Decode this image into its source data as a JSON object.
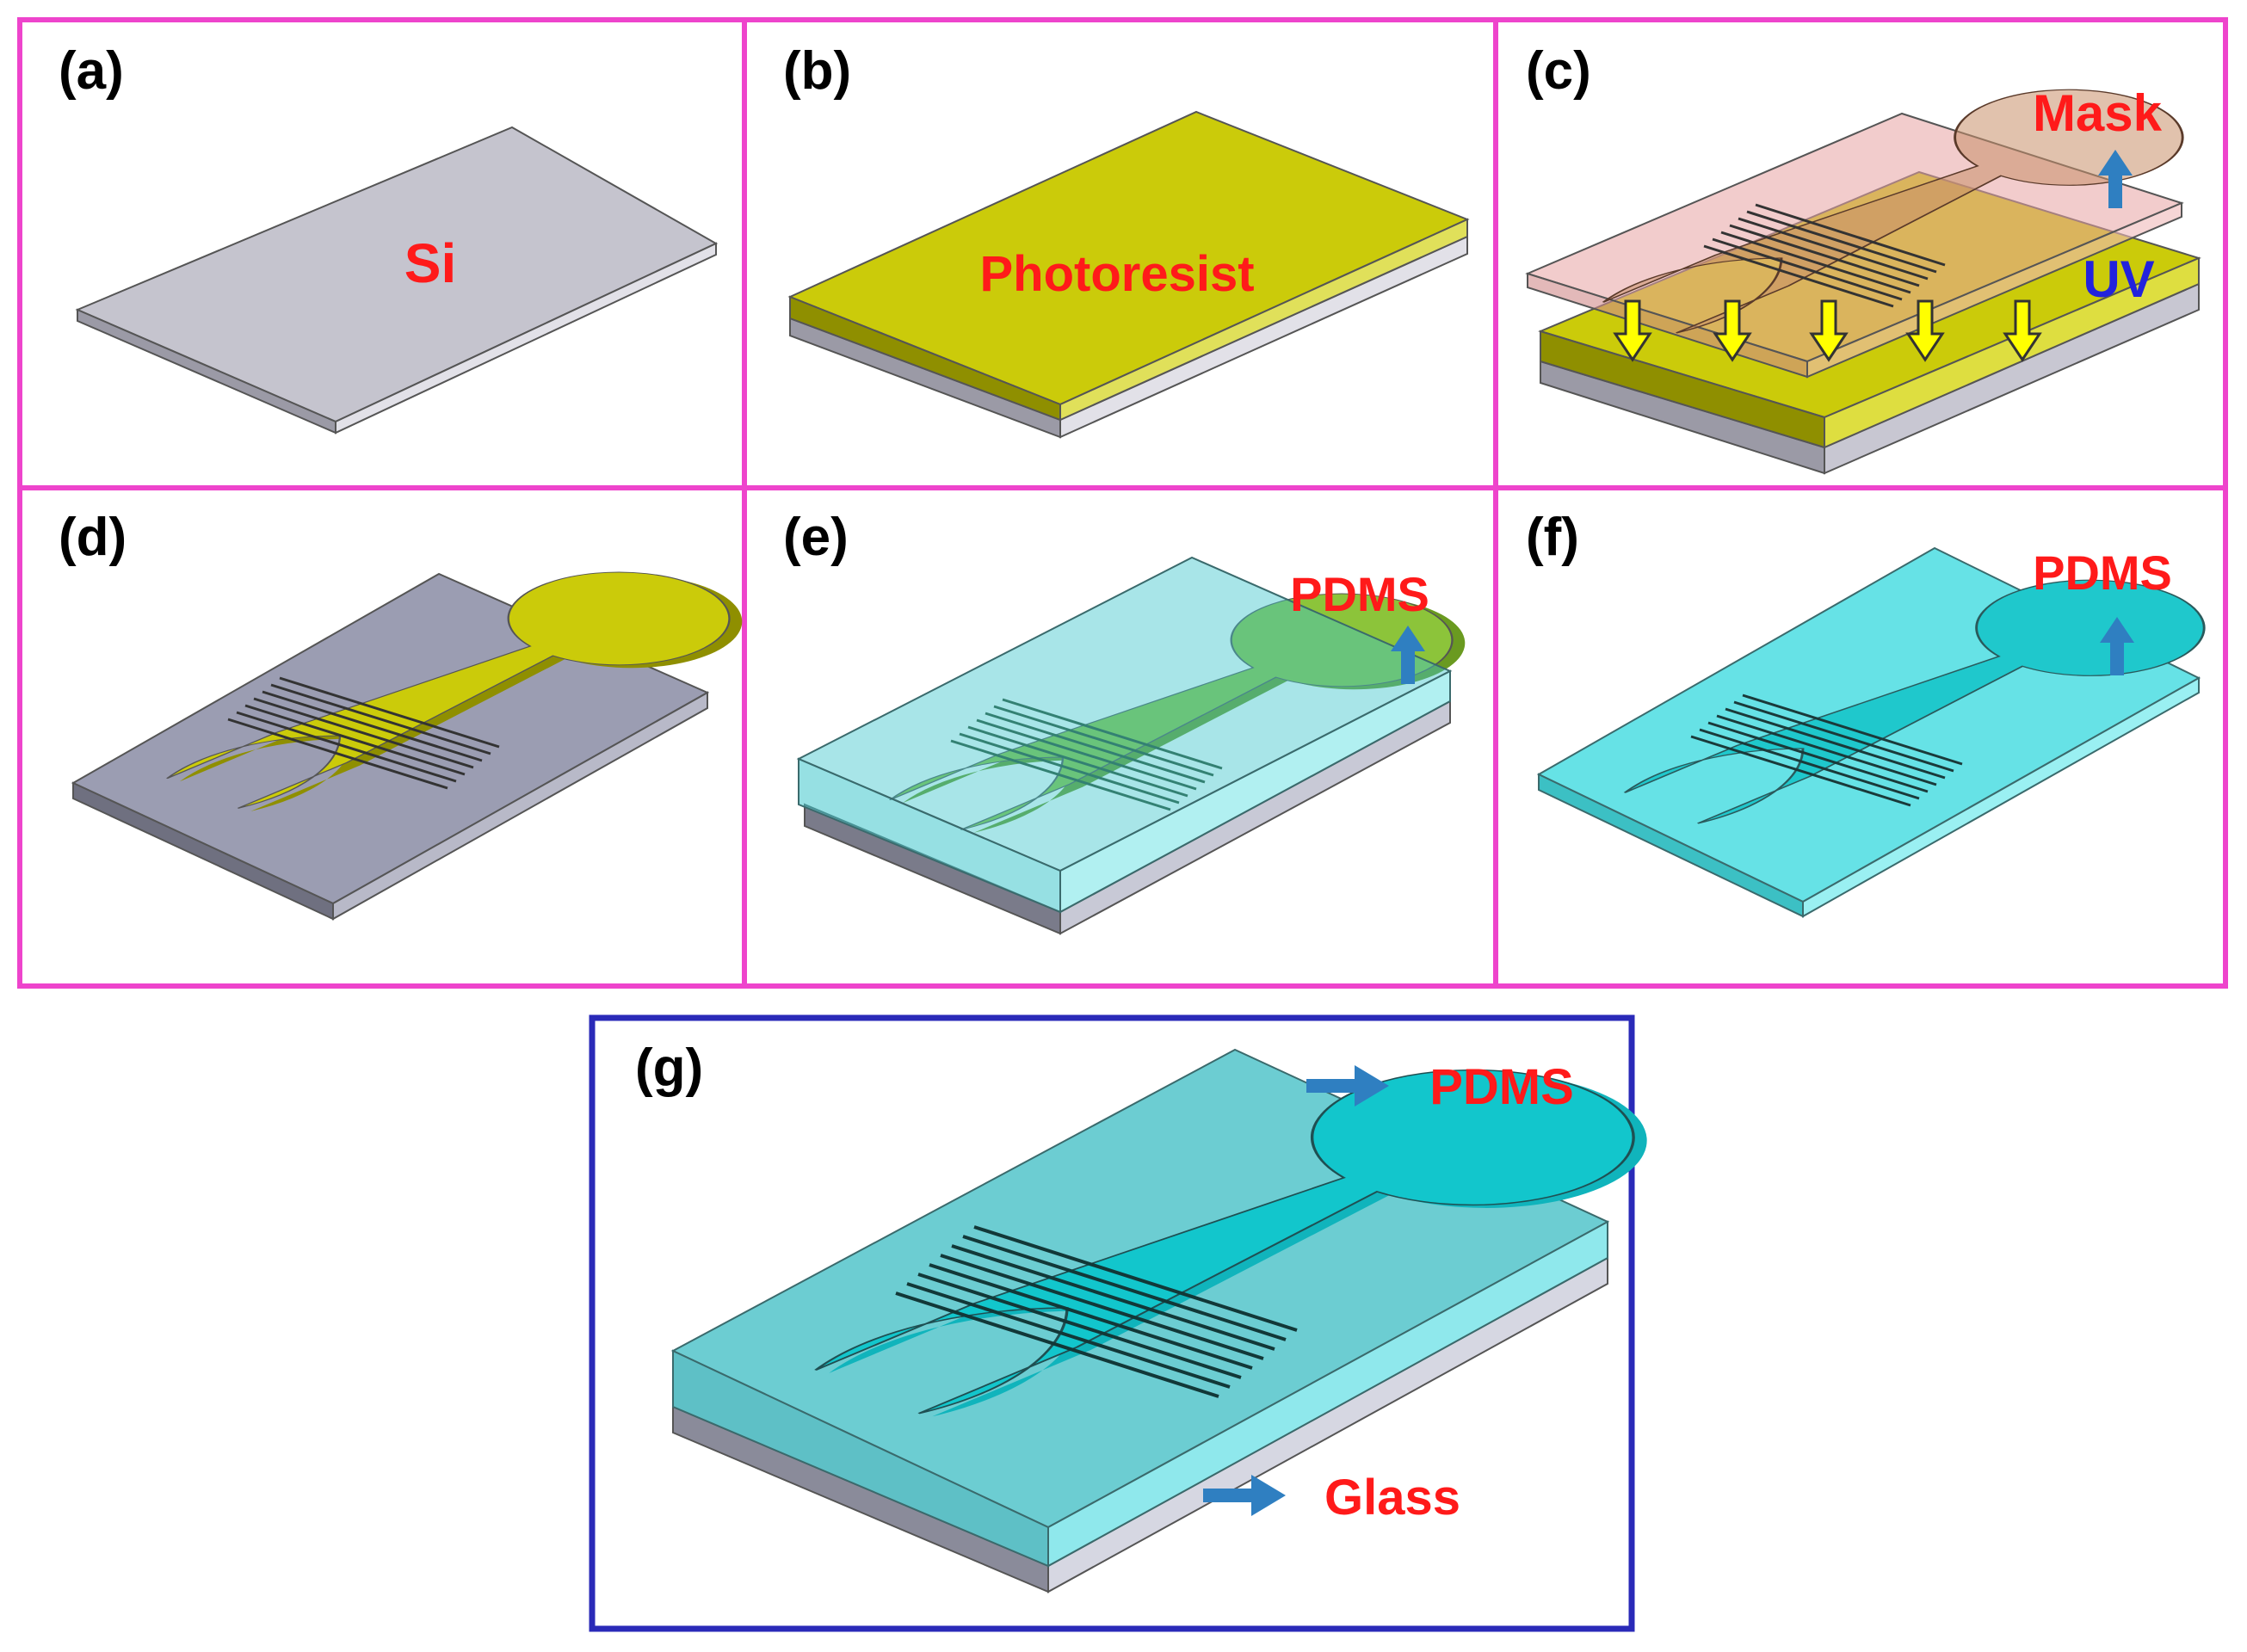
{
  "panels": {
    "a": {
      "tag": "(a)",
      "text": "Si"
    },
    "b": {
      "tag": "(b)",
      "text": "Photoresist"
    },
    "c": {
      "tag": "(c)",
      "mask": "Mask",
      "uv": "UV"
    },
    "d": {
      "tag": "(d)"
    },
    "e": {
      "tag": "(e)",
      "pdms": "PDMS"
    },
    "f": {
      "tag": "(f)",
      "pdms": "PDMS"
    },
    "g": {
      "tag": "(g)",
      "pdms": "PDMS",
      "glass": "Glass"
    }
  },
  "colors": {
    "frame": "#ee44cc",
    "frame_g": "#2a2ab8",
    "label_red": "#ff1a1a",
    "label_blue": "#2222dd",
    "arrow_blue": "#2f7fc1",
    "uv_yellow": "#ffff00",
    "si": "#c3c2cc",
    "photoresist": "#cccc00",
    "pdms": "#5fdde0"
  }
}
